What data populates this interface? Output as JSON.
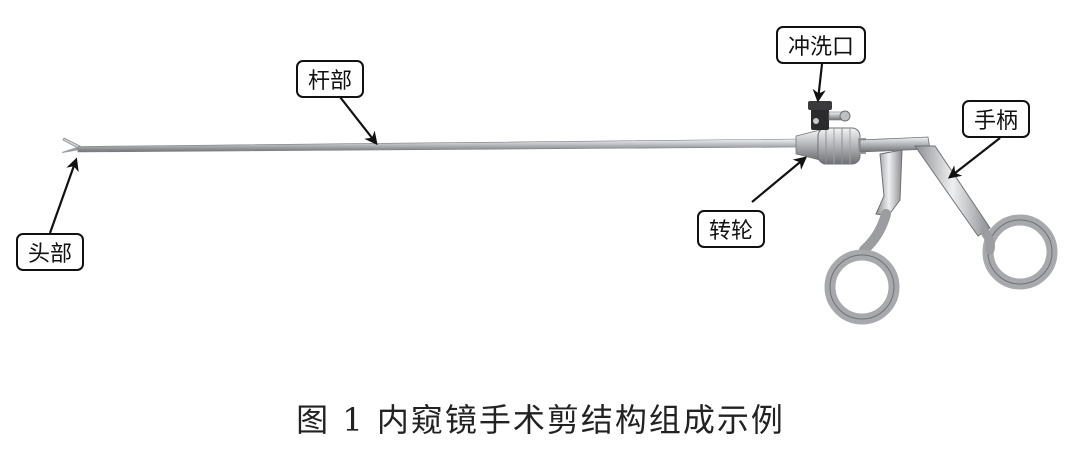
{
  "labels": {
    "tip": "头部",
    "shaft": "杆部",
    "flush_port": "冲洗口",
    "handle": "手柄",
    "rotating_wheel": "转轮"
  },
  "caption": "图 1  内窥镜手术剪结构组成示例",
  "colors": {
    "metal_light": "#e4e5e7",
    "metal_mid": "#a9abae",
    "metal_dark": "#6d6f72",
    "label_border": "#111111",
    "arrow": "#111111"
  }
}
